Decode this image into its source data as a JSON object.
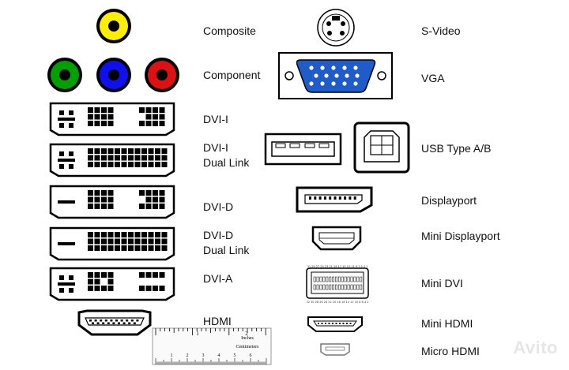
{
  "labels": {
    "composite": "Composite",
    "component": "Component",
    "dvi_i": "DVI-I",
    "dvi_i_dual_1": "DVI-I",
    "dvi_i_dual_2": "Dual Link",
    "dvi_d": "DVI-D",
    "dvi_d_dual_1": "DVI-D",
    "dvi_d_dual_2": "Dual Link",
    "dvi_a": "DVI-A",
    "hdmi": "HDMI",
    "svideo": "S-Video",
    "vga": "VGA",
    "usb": "USB Type A/B",
    "displayport": "Displayport",
    "mini_displayport": "Mini Displayport",
    "mini_dvi": "Mini DVI",
    "mini_hdmi": "Mini HDMI",
    "micro_hdmi": "Micro HDMI"
  },
  "ruler": {
    "units_top": "Inches",
    "units_bottom": "Centimeters",
    "inch_numbers": [
      "1",
      "2"
    ],
    "cm_numbers": [
      "1",
      "2",
      "3",
      "4",
      "5",
      "6"
    ]
  },
  "colors": {
    "composite": "#ffee00",
    "component_green": "#00a000",
    "component_blue": "#1010ee",
    "component_red": "#dd1111",
    "vga": "#1f5bc9"
  },
  "watermark": "Avito"
}
